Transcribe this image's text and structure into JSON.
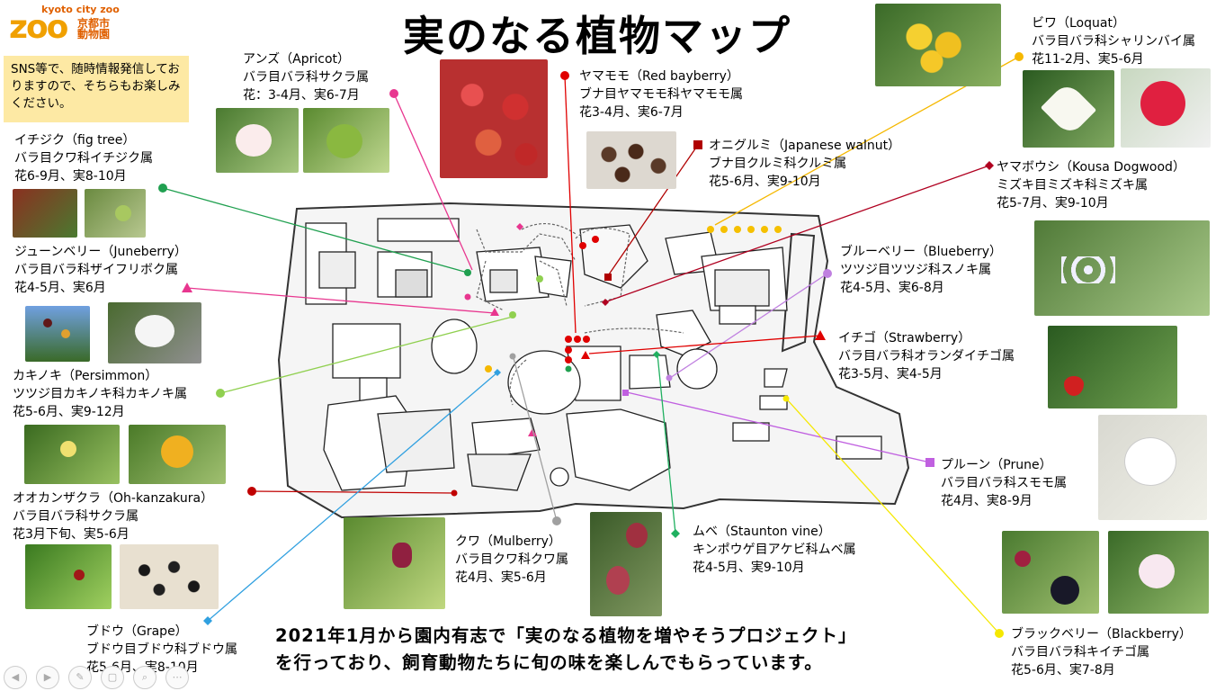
{
  "title": "実のなる植物マップ",
  "logo": {
    "en": "kyoto city zoo",
    "mark": "zoo",
    "jp": "京都市動物園"
  },
  "notice": "SNS等で、随時情報発信しておりますので、そちらもお楽しみください。",
  "plants": [
    {
      "id": "apricot",
      "name": "アンズ（Apricot）",
      "taxon": "バラ目バラ科サクラ属",
      "season": "花：3-4月、実6-7月",
      "marker": "circle",
      "color": "#e8368f"
    },
    {
      "id": "bayberry",
      "name": "ヤマモモ（Red bayberry）",
      "taxon": "ブナ目ヤマモモ科ヤマモモ属",
      "season": "花3-4月、実6-7月",
      "marker": "circle",
      "color": "#e00000"
    },
    {
      "id": "walnut",
      "name": "オニグルミ（Japanese walnut）",
      "taxon": "ブナ目クルミ科クルミ属",
      "season": "花5-6月、実9-10月",
      "marker": "square",
      "color": "#b00000"
    },
    {
      "id": "loquat",
      "name": "ビワ（Loquat）",
      "taxon": "バラ目バラ科シャリンバイ属",
      "season": "花11-2月、実5-6月",
      "marker": "circle",
      "color": "#f5b800"
    },
    {
      "id": "dogwood",
      "name": "ヤマボウシ（Kousa Dogwood）",
      "taxon": "ミズキ目ミズキ科ミズキ属",
      "season": "花5-7月、実9-10月",
      "marker": "diamond",
      "color": "#b00020"
    },
    {
      "id": "fig",
      "name": "イチジク（fig tree）",
      "taxon": "バラ目クワ科イチジク属",
      "season": "花6-9月、実8-10月",
      "marker": "circle",
      "color": "#20a050"
    },
    {
      "id": "juneberry",
      "name": "ジューンベリー（Juneberry）",
      "taxon": "バラ目バラ科ザイフリボク属",
      "season": "花4-5月、実6月",
      "marker": "triangle",
      "color": "#e8368f"
    },
    {
      "id": "blueberry",
      "name": "ブルーベリー（Blueberry）",
      "taxon": "ツツジ目ツツジ科スノキ属",
      "season": "花4-5月、実6-8月",
      "marker": "circle",
      "color": "#c080e0"
    },
    {
      "id": "strawberry",
      "name": "イチゴ（Strawberry）",
      "taxon": "バラ目バラ科オランダイチゴ属",
      "season": "花3-5月、実4-5月",
      "marker": "triangle",
      "color": "#e00000"
    },
    {
      "id": "persimmon",
      "name": "カキノキ（Persimmon）",
      "taxon": "ツツジ目カキノキ科カキノキ属",
      "season": "花5-6月、実9-12月",
      "marker": "circle",
      "color": "#90d050"
    },
    {
      "id": "prune",
      "name": "プルーン（Prune）",
      "taxon": "バラ目バラ科スモモ属",
      "season": "花4月、実8-9月",
      "marker": "square",
      "color": "#c060e0"
    },
    {
      "id": "ohkanzakura",
      "name": "オオカンザクラ（Oh-kanzakura）",
      "taxon": "バラ目バラ科サクラ属",
      "season": "花3月下旬、実5-6月",
      "marker": "circle",
      "color": "#c00000"
    },
    {
      "id": "mulberry",
      "name": "クワ（Mulberry）",
      "taxon": "バラ目クワ科クワ属",
      "season": "花4月、実5-6月",
      "marker": "circle",
      "color": "#a0a0a0"
    },
    {
      "id": "staunton",
      "name": "ムベ（Staunton vine）",
      "taxon": "キンポウゲ目アケビ科ムベ属",
      "season": "花4-5月、実9-10月",
      "marker": "diamond",
      "color": "#20b060"
    },
    {
      "id": "blackberry",
      "name": "ブラックベリー（Blackberry）",
      "taxon": "バラ目バラ科キイチゴ属",
      "season": "花5-6月、実7-8月",
      "marker": "circle",
      "color": "#f5e800"
    },
    {
      "id": "grape",
      "name": "ブドウ（Grape）",
      "taxon": "ブドウ目ブドウ科ブドウ属",
      "season": "花5-6月、実8-10月",
      "marker": "diamond",
      "color": "#30a0e0"
    }
  ],
  "footer": {
    "line1": "2021年1月から園内有志で「実のなる植物を増やそうプロジェクト」",
    "line2": "を行っており、飼育動物たちに旬の味を楽しんでもらっています。"
  },
  "nav": [
    "◀",
    "▶",
    "✎",
    "▢",
    "⌕",
    "⋯"
  ]
}
